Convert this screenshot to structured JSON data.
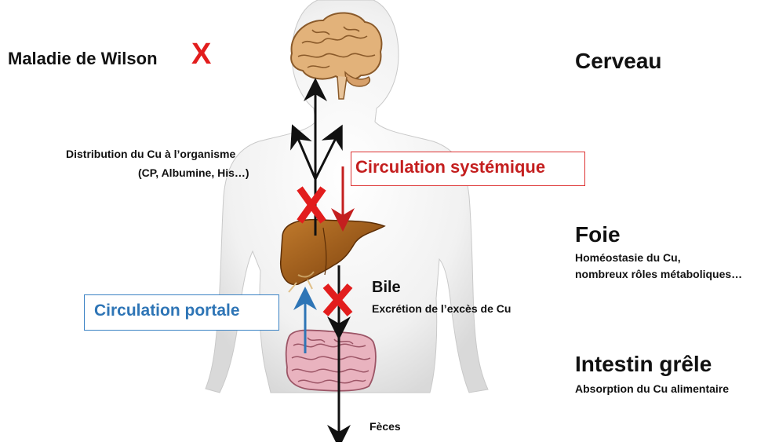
{
  "wilson": {
    "label": "Maladie de Wilson",
    "mark": "X"
  },
  "organs": {
    "brain": {
      "name": "Cerveau"
    },
    "liver": {
      "name": "Foie",
      "desc_line1": "Homéostasie du Cu,",
      "desc_line2": "nombreux rôles métaboliques…"
    },
    "intestine": {
      "name": "Intestin grêle",
      "desc": "Absorption du Cu alimentaire"
    }
  },
  "distribution": {
    "line1": "Distribution du Cu à l’organisme",
    "line2": "(CP, Albumine, His…)"
  },
  "circulations": {
    "systemic": "Circulation systémique",
    "portal": "Circulation portale"
  },
  "bile": {
    "name": "Bile",
    "desc": "Excrétion de l’excès de Cu"
  },
  "feces": "Fèces",
  "colors": {
    "block_x": "#e21d1d",
    "systemic": "#c41f1f",
    "portal": "#2e75b6",
    "body_outline": "#bdbdbd",
    "body_fill": "#ececec",
    "liver": "#9a5716",
    "intestine": "#d99aa8",
    "brain": "#e2b27a"
  },
  "icons": [
    "body-silhouette",
    "brain-icon",
    "liver-icon",
    "intestine-icon",
    "block-x-icon",
    "arrow-icon"
  ]
}
